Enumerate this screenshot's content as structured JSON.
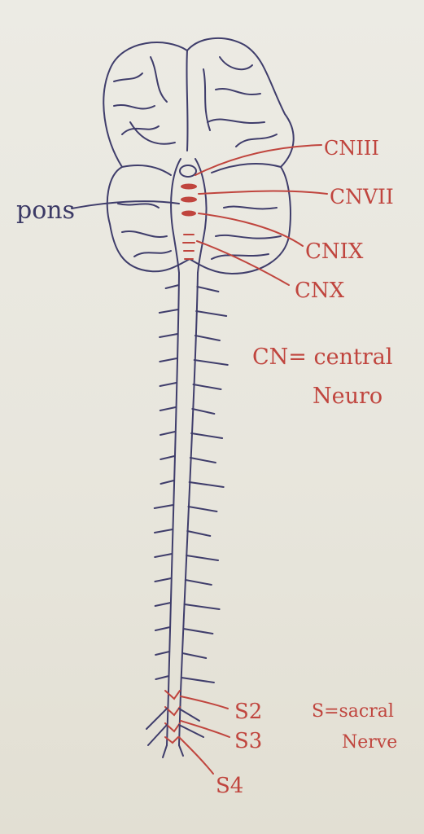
{
  "labels": {
    "pons": "pons",
    "cn3": "CNIII",
    "cn7": "CNVII",
    "cn9": "CNIX",
    "cn10": "CNX",
    "cn_def_1": "CN= central",
    "cn_def_2": "Neuro",
    "s2": "S2",
    "s3": "S3",
    "s4": "S4",
    "s_def_1": "S=sacral",
    "s_def_2": "Nerve"
  },
  "colors": {
    "blue_ink": "#3f3d6b",
    "red_ink": "#c0453e",
    "paper": "#ebe9e1"
  }
}
